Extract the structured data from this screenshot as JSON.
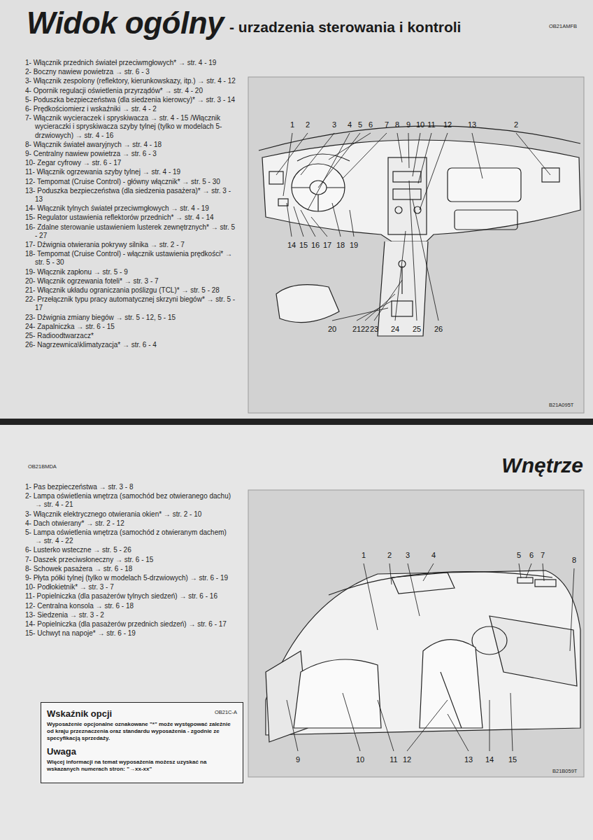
{
  "diagram": {
    "title": "Widok ogólny",
    "nodes": [
      {
        "text": [
          "Wskaźnik opcji",
          "OB21C-A",
          "Wyposażenie opcjonalne oznakowane \"*\" może występować zależnie od kraju przeznaczenia oraz standardu wyposażenia - zgodnie ze specyfikacją sprzedaży.",
          "Uwaga",
          "Więcej informacji na temat wyposażenia możesz uzyskać na wskazanych numerach stron: \"→xx-xx\""
        ]
      }
    ],
    "labels": [
      "- urzadzenia sterowania i kontroli",
      "OB21AMFB",
      "1- Włącznik przednich świateł przeciwmgłowych* → str. 4 - 19",
      "2- Boczny nawiew powietrza → str. 6 - 3",
      "3- Włącznik zespolony (reflektory, kierunkowskazy, itp.) → str. 4 - 12",
      "4- Opornik regulacji oświetlenia przyrządów* → str. 4 - 20",
      "5- Poduszka bezpieczeństwa (dla siedzenia kierowcy)* → str. 3 - 14",
      "6- Prędkościomierz i wskaźniki → str. 4 - 2",
      "7- Włącznik wycieraczek i spryskiwacza → str. 4 - 15 /Włącznik wycieraczki i spryskiwacza szyby tylnej (tylko w modelach 5-drzwiowych) → str. 4 - 16",
      "8- Włącznik świateł awaryjnych → str. 4 - 18",
      "9- Centralny nawiew powietrza → str. 6 - 3",
      "10- Zegar cyfrowy → str. 6 - 17",
      "11- Włącznik ogrzewania szyby tylnej → str. 4 - 19",
      "12- Tempomat (Cruise Control) - główny włącznik* → str. 5 - 30",
      "13- Poduszka bezpieczeństwa (dla siedzenia pasażera)* → str. 3 - 13",
      "14- Włącznik tylnych świateł przeciwmgłowych → str. 4 - 19",
      "15- Regulator ustawienia reflektorów przednich* → str. 4 - 14",
      "16- Zdalne sterowanie ustawieniem lusterek zewnętrznych* → str. 5 - 27",
      "17- Dźwignia otwierania pokrywy silnika → str. 2 - 7",
      "18- Tempomat (Cruise Control) - włącznik ustawienia prędkości* → str. 5 - 30",
      "19- Włącznik zapłonu → str. 5 - 9",
      "20- Włącznik ogrzewania foteli* → str. 3 - 7",
      "21- Włącznik układu ograniczania poślizgu (TCL)* → str. 5 - 28",
      "22- Przełącznik typu pracy automatycznej skrzyni biegów* → str. 5 - 17",
      "23- Dźwignia zmiany biegów → str. 5 - 12, 5 - 15",
      "24- Zapalniczka → str. 6 - 15",
      "25- Radioodtwarzacz*",
      "26- Nagrzewnica\\klimatyzacja* → str. 6 - 4",
      "1",
      "2",
      "3",
      "4",
      "5",
      "6",
      "7",
      "8",
      "9",
      "10",
      "11",
      "12",
      "13",
      "2",
      "14",
      "15",
      "16",
      "17",
      "18",
      "19",
      "20",
      "21",
      "22",
      "23",
      "24",
      "25",
      "26",
      "B21A095T",
      "OB21BMDA",
      "Wnętrze",
      "1- Pas bezpieczeństwa → str. 3 - 8",
      "2- Lampa oświetlenia wnętrza (samochód bez otwieranego dachu) → str. 4 - 21",
      "3- Włącznik elektrycznego otwierania okien* → str. 2 - 10",
      "4- Dach otwierany* → str. 2 - 12",
      "5- Lampa oświetlenia wnętrza (samochód z otwieranym dachem) → str. 4 - 22",
      "6- Lusterko wsteczne → str. 5 - 26",
      "7- Daszek przeciwsłoneczny → str. 6 - 15",
      "8- Schowek pasażera → str. 6 - 18",
      "9- Płyta półki tylnej (tylko w modelach 5-drzwiowych) → str. 6 - 19",
      "10- Podłokietnik* → str. 3 - 7",
      "11- Popielniczka (dla pasażerów tylnych siedzeń) → str. 6 - 16",
      "12- Centralna konsola → str. 6 - 18",
      "13- Siedzenia → str. 3 - 2",
      "14- Popielniczka (dla pasażerów przednich siedzeń) → str. 6 - 17",
      "15- Uchwyt na napoje* → str. 6 - 19",
      "1",
      "2",
      "3",
      "4",
      "5",
      "6",
      "7",
      "8",
      "9",
      "10",
      "11",
      "12",
      "13",
      "14",
      "15",
      "B21B059T"
    ]
  }
}
